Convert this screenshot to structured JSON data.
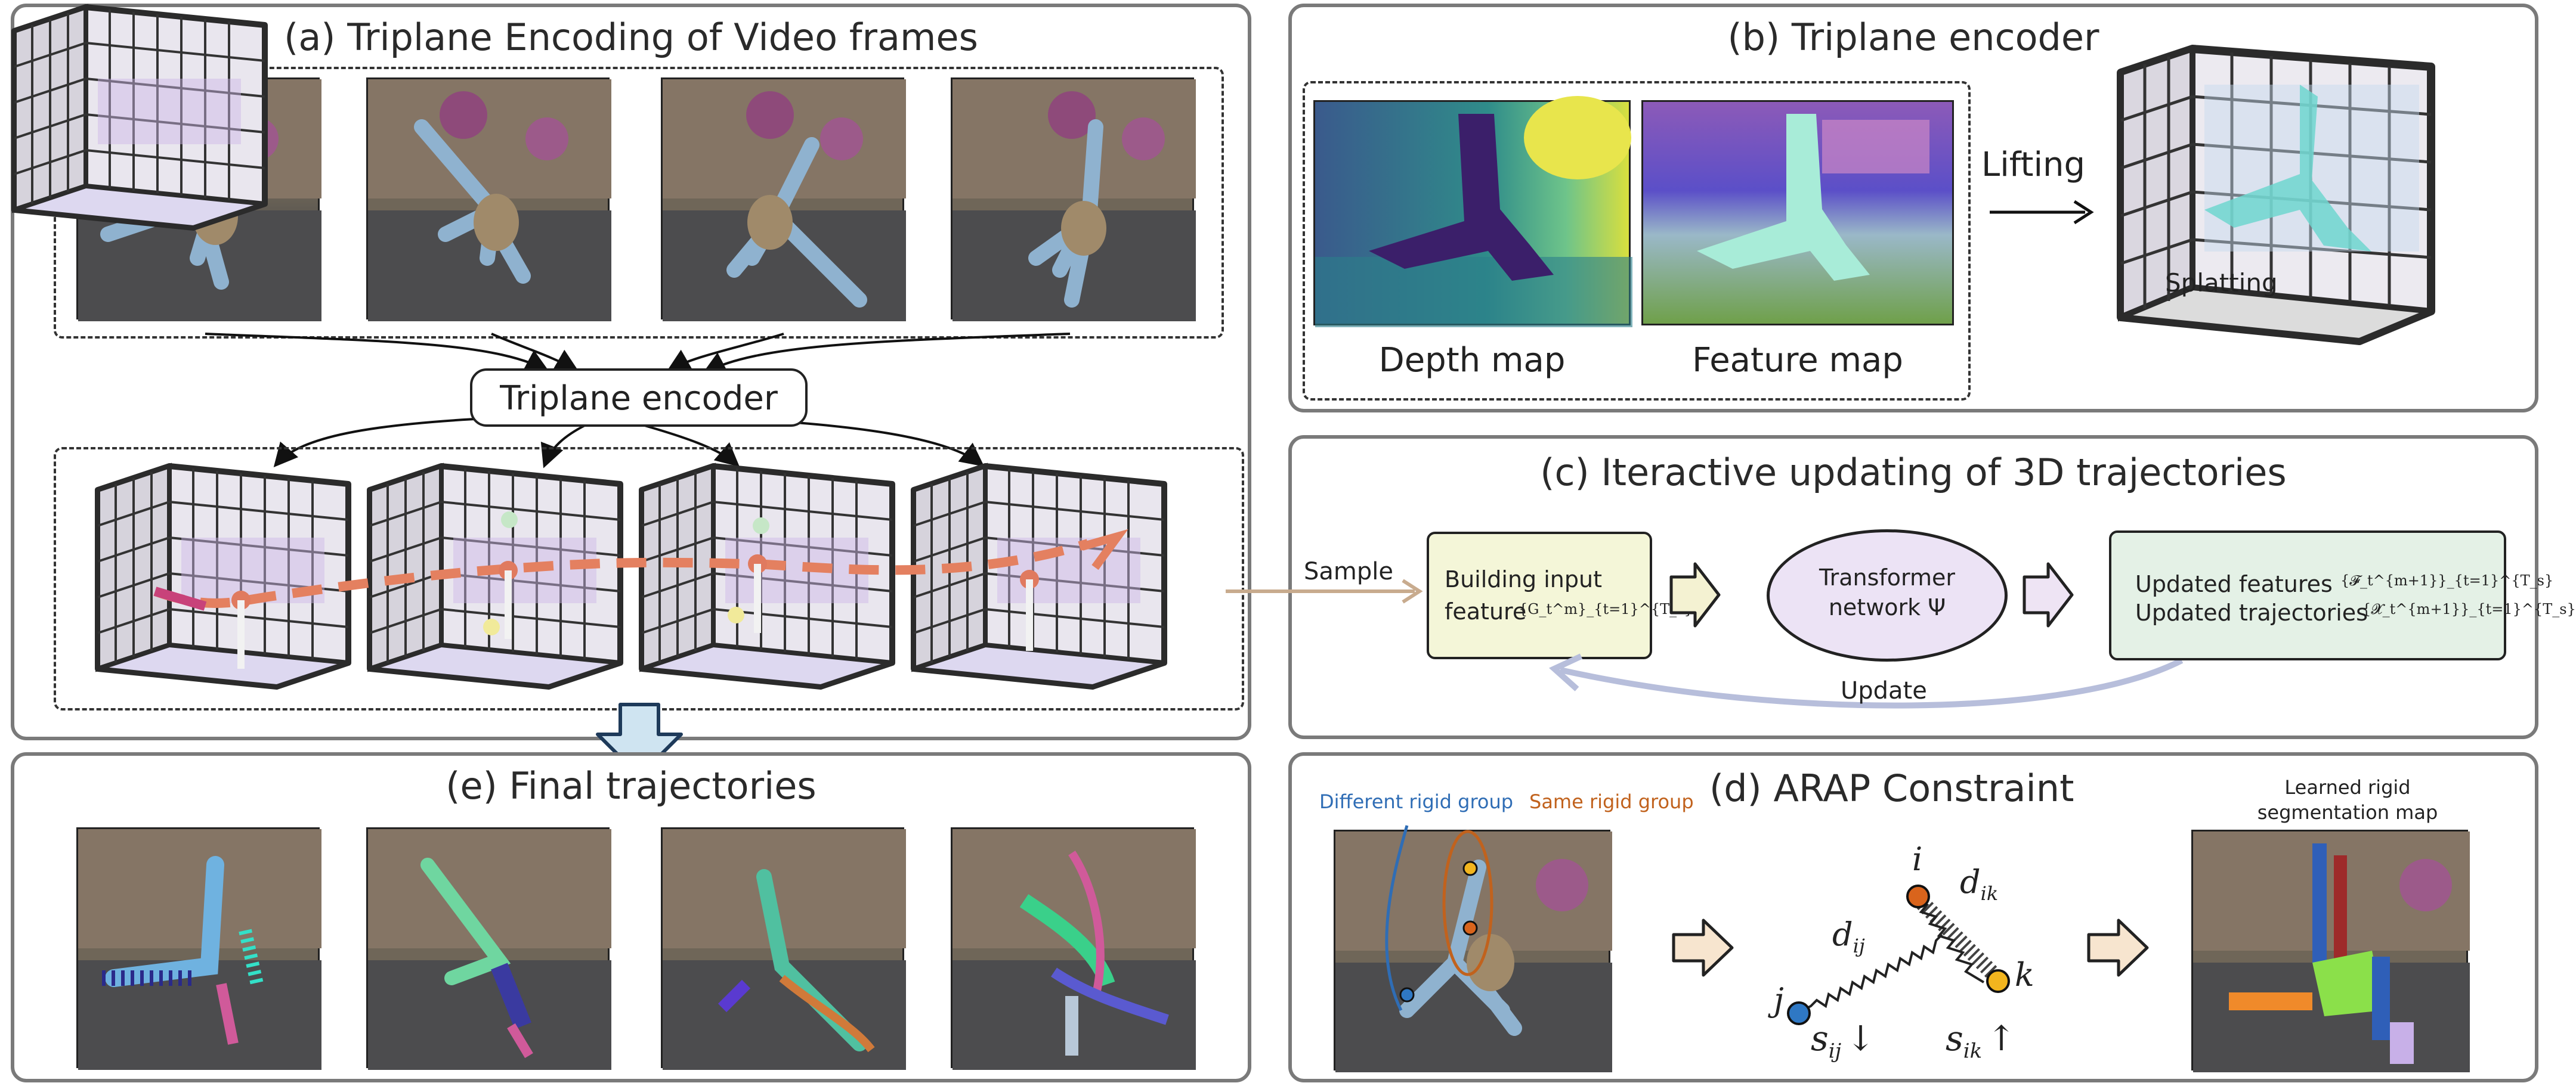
{
  "panel_a": {
    "title": "(a) Triplane Encoding of Video frames",
    "encoder_label": "Triplane encoder"
  },
  "panel_b": {
    "title": "(b) Triplane encoder",
    "depth_label": "Depth map",
    "feature_label": "Feature map",
    "lifting_label": "Lifting",
    "splatting_label": "Splatting"
  },
  "panel_c": {
    "title": "(c) Iteractive updating of 3D trajectories",
    "sample_label": "Sample",
    "input_box": {
      "line1": "Building input",
      "line2": "feature",
      "math": "{G_t^m}_{t=1}^{T_s}"
    },
    "transformer_box": {
      "line1": "Transformer",
      "line2": "network Ψ"
    },
    "output_box": {
      "line1": "Updated features",
      "math1": "{𝓕_t^{m+1}}_{t=1}^{T_s}",
      "line2": "Updated trajectories",
      "math2": "{𝓧_t^{m+1}}_{t=1}^{T_s}"
    },
    "update_label": "Update",
    "colors": {
      "input_fill": "#f4f6d8",
      "transformer_fill": "#ece3f5",
      "output_fill": "#e4f1e6"
    }
  },
  "panel_d": {
    "title": "(d) ARAP Constraint",
    "different_group": "Different rigid group",
    "same_group": "Same rigid group",
    "seg_title_line1": "Learned rigid",
    "seg_title_line2": "segmentation map",
    "node_i": "i",
    "node_j": "j",
    "node_k": "k",
    "d_ij": "d",
    "d_ij_sub": "ij",
    "d_ik": "d",
    "d_ik_sub": "ik",
    "s_ij": "s",
    "s_ij_sub": "ij",
    "s_ij_arrow": "↓",
    "s_ik": "s",
    "s_ik_sub": "ik",
    "s_ik_arrow": "↑",
    "colors": {
      "different": "#2f6db5",
      "same": "#c1621d",
      "node_i": "#d9641c",
      "node_j": "#2f78c4",
      "node_k": "#f2b51e"
    }
  },
  "panel_e": {
    "title": "(e) Final trajectories"
  }
}
